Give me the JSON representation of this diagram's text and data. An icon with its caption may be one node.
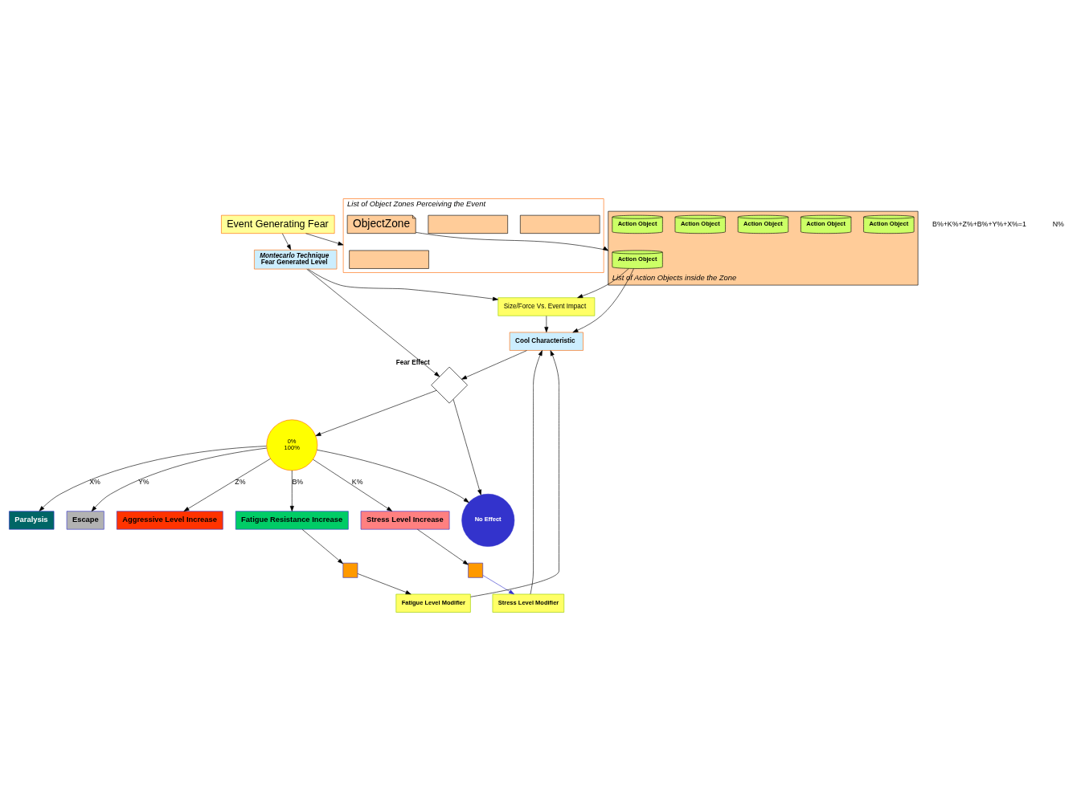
{
  "diagram": {
    "nodes": [
      {
        "text": [
          "Event Generating Fear"
        ]
      },
      {
        "text": [
          "Montecarlo Technique",
          "Fear Generated Level"
        ]
      },
      {
        "text": [
          "Size/Force Vs. Event Impact"
        ]
      },
      {
        "text": [
          "Fear Effect"
        ]
      },
      {
        "text": [
          "Cool Characteristic"
        ]
      },
      {
        "text": [
          "0%",
          "100%"
        ]
      },
      {
        "text": [
          "No Effect"
        ]
      },
      {
        "text": [
          "Paralysis"
        ]
      },
      {
        "text": [
          "Escape"
        ]
      },
      {
        "text": [
          "Aggressive Level Increase"
        ]
      },
      {
        "text": [
          "Stress Level Increase"
        ]
      },
      {
        "text": [
          "Fatigue Resistance Increase"
        ]
      },
      {
        "text": [],
        "shape": "box"
      },
      {
        "text": [],
        "shape": "box"
      },
      {
        "text": [
          "Stress Level Modifier"
        ]
      },
      {
        "text": [
          "Fatigue Level Modifier"
        ]
      },
      {
        "text": [
          "List of Object Zones Perceiving the Event"
        ]
      },
      {
        "text": [],
        "shape": "box",
        "in": 16
      },
      {
        "text": [],
        "shape": "box",
        "in": 16
      },
      {
        "text": [],
        "shape": "box",
        "in": 16
      },
      {
        "text": [
          "ObjectZone"
        ],
        "in": 16
      },
      {
        "text": [
          "List of Action Objects inside the Zone"
        ]
      },
      {
        "text": [
          "Action Object"
        ],
        "in": 21
      },
      {
        "text": [
          "Action Object"
        ],
        "in": 21
      },
      {
        "text": [
          "Action Object"
        ],
        "in": 21
      },
      {
        "text": [
          "Action Object"
        ],
        "in": 21
      },
      {
        "text": [
          "Action Object"
        ],
        "in": 21
      },
      {
        "text": [
          "Action Object"
        ],
        "in": 21
      }
    ],
    "edges": [
      {
        "from": 0,
        "to": 1,
        "arrow": "to"
      },
      {
        "from": 0,
        "to": 16,
        "arrow": "to"
      },
      {
        "from": 1,
        "to": 2,
        "arrow": "to"
      },
      {
        "from": 1,
        "to": 3,
        "arrow": "to"
      },
      {
        "from": 2,
        "to": 4,
        "arrow": "to"
      },
      {
        "from": 4,
        "to": 3,
        "arrow": "to"
      },
      {
        "from": 3,
        "to": 5,
        "arrow": "to"
      },
      {
        "from": 3,
        "to": 6,
        "arrow": "to"
      },
      {
        "from": 5,
        "to": 6,
        "arrow": "to"
      },
      {
        "from": 5,
        "to": 7,
        "arrow": "to",
        "label": "X%"
      },
      {
        "from": 5,
        "to": 8,
        "arrow": "to",
        "label": "Y%"
      },
      {
        "from": 5,
        "to": 9,
        "arrow": "to",
        "label": "Z%"
      },
      {
        "from": 5,
        "to": 10,
        "arrow": "to",
        "label": "K%"
      },
      {
        "from": 5,
        "to": 11,
        "arrow": "to",
        "label": "B%"
      },
      {
        "from": 10,
        "to": 13,
        "arrow": "to"
      },
      {
        "from": 13,
        "to": 14,
        "arrow": "to",
        "color": "#3333cc"
      },
      {
        "from": 11,
        "to": 12,
        "arrow": "to"
      },
      {
        "from": 12,
        "to": 15,
        "arrow": "to"
      },
      {
        "from": 14,
        "to": 4,
        "arrow": "to"
      },
      {
        "from": 15,
        "to": 4,
        "arrow": "to"
      },
      {
        "from": 20,
        "to": 21,
        "arrow": "to"
      },
      {
        "from": 22,
        "to": 2,
        "arrow": "to"
      },
      {
        "from": 22,
        "to": 4,
        "arrow": "to"
      }
    ],
    "labels": [
      "B%+K%+Z%+B%+Y%+X%=1",
      "N%"
    ]
  }
}
